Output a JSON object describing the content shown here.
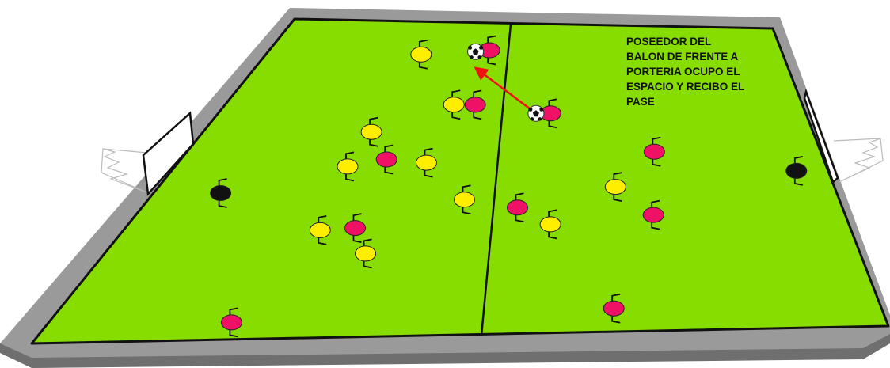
{
  "diagram": {
    "caption": "POSEEDOR DEL\nBALON DE FRENTE A\nPORTERIA OCUPO EL\nESPACIO Y RECIBO EL\nPASE",
    "colors": {
      "field": "#88dd00",
      "field_line": "#111111",
      "border_top": "#9a9a9a",
      "border_front": "#6f6f6f",
      "team_yellow": "#ffee00",
      "team_magenta": "#ee1166",
      "goalkeeper": "#111111",
      "pass_arrow": "#ee1111"
    },
    "players": {
      "yellow": [
        {
          "u": 0.297,
          "v": 0.103
        },
        {
          "u": 0.276,
          "v": 0.348
        },
        {
          "u": 0.395,
          "v": 0.261
        },
        {
          "u": 0.266,
          "v": 0.457
        },
        {
          "u": 0.385,
          "v": 0.446
        },
        {
          "u": 0.46,
          "v": 0.565
        },
        {
          "u": 0.273,
          "v": 0.658
        },
        {
          "u": 0.349,
          "v": 0.734
        },
        {
          "u": 0.589,
          "v": 0.647
        },
        {
          "u": 0.678,
          "v": 0.527
        }
      ],
      "magenta": [
        {
          "u": 0.426,
          "v": 0.087
        },
        {
          "u": 0.432,
          "v": 0.261
        },
        {
          "u": 0.321,
          "v": 0.435
        },
        {
          "u": 0.32,
          "v": 0.652
        },
        {
          "u": 0.222,
          "v": 0.946
        },
        {
          "u": 0.565,
          "v": 0.288
        },
        {
          "u": 0.539,
          "v": 0.592
        },
        {
          "u": 0.738,
          "v": 0.413
        },
        {
          "u": 0.732,
          "v": 0.62
        },
        {
          "u": 0.679,
          "v": 0.924
        }
      ],
      "goalkeepers": [
        {
          "u": 0.099,
          "v": 0.538
        },
        {
          "u": 0.952,
          "v": 0.478
        }
      ]
    },
    "balls": [
      {
        "u": 0.4,
        "v": 0.092
      },
      {
        "u": 0.54,
        "v": 0.288
      }
    ],
    "pass": {
      "from": {
        "u": 0.536,
        "v": 0.283
      },
      "to": {
        "u": 0.412,
        "v": 0.145
      }
    }
  }
}
